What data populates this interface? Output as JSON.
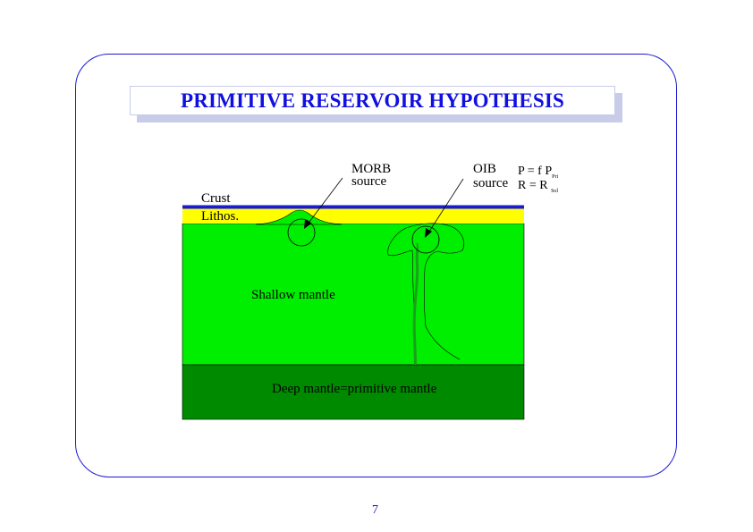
{
  "title": "PRIMITIVE RESERVOIR HYPOTHESIS",
  "page_number": "7",
  "labels": {
    "crust": "Crust",
    "lithos": "Lithos.",
    "shallow_mantle": "Shallow mantle",
    "deep_mantle": "Deep mantle=primitive mantle",
    "morb_line1": "MORB",
    "morb_line2": "source",
    "oib_line1": "OIB",
    "oib_line2": "source"
  },
  "equations": {
    "p_lhs": "P = f P",
    "p_sub": "Pri",
    "r_lhs": "R = R",
    "r_sub": "Sol"
  },
  "colors": {
    "frame": "#1a1ad0",
    "title": "#1010e0",
    "crust": "#1a1ad0",
    "lithosphere": "#ffff00",
    "shallow_mantle": "#00ee00",
    "deep_mantle": "#008a00",
    "plume": "#1aa01a"
  }
}
